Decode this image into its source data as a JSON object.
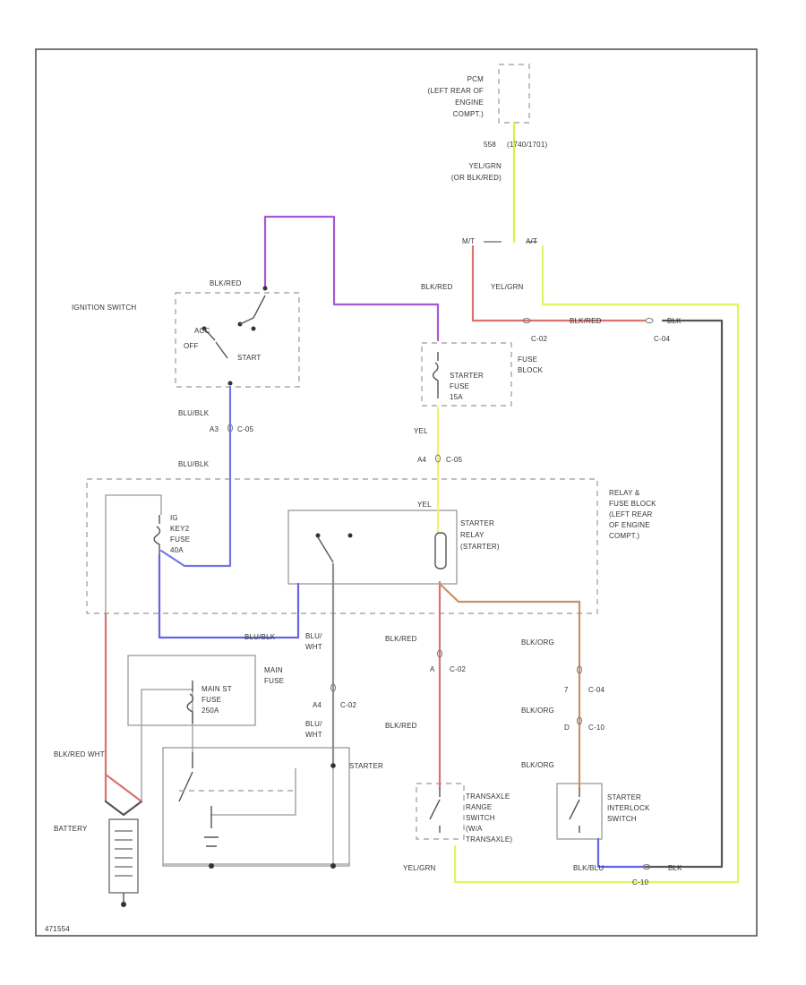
{
  "colors": {
    "frame": "#555555",
    "box": "#9a9a9a",
    "red": "#d9736f",
    "purple": "#a35ad6",
    "blue": "#6464e6",
    "yellow_green": "#d4f540",
    "yellow": "#f2f26a",
    "brown": "#c9906a",
    "gray": "#909090",
    "dark": "#444444"
  },
  "components": {
    "pcm": [
      "PCM",
      "(LEFT REAR OF",
      "ENGINE",
      "COMPT.)"
    ],
    "ignition_switch": {
      "title": "IGNITION SWITCH",
      "off": "OFF",
      "start": "START",
      "acc": "ACC"
    },
    "fuse_block": {
      "title": [
        "FUSE",
        "BLOCK"
      ],
      "fuse": [
        "STARTER",
        "FUSE",
        "15A"
      ]
    },
    "relay_fuse_block": {
      "title": [
        "RELAY &",
        "FUSE BLOCK",
        "(LEFT REAR",
        "OF ENGINE",
        "COMPT.)"
      ],
      "fuse": [
        "IG",
        "KEY2",
        "FUSE",
        "40A"
      ]
    },
    "starter_relay": [
      "STARTER",
      "RELAY",
      "(STARTER)"
    ],
    "main_fuse": {
      "title": [
        "MAIN",
        "FUSE"
      ],
      "fuse": [
        "MAIN ST",
        "FUSE",
        "250A"
      ]
    },
    "starter": "STARTER",
    "battery": "BATTERY",
    "transaxle_switch": [
      "TRANSAXLE",
      "RANGE",
      "SWITCH",
      "(W/A",
      "TRANSAXLE)"
    ],
    "interlock_switch": [
      "STARTER",
      "INTERLOCK",
      "SWITCH"
    ]
  },
  "wires": {
    "pcm_pin": "558",
    "pcm_note": "(1740/1701)",
    "pcm_wire": [
      "YEL/GRN",
      "(OR BLK/RED)"
    ],
    "mt": "M/T",
    "at": "A/T",
    "blk_red_1": "BLK/RED",
    "yel_grn_1": "YEL/GRN",
    "c02_a": "C-02",
    "blk_red_2": "BLK/RED",
    "c04_a": "C-04",
    "blk_red_ign": "BLK/RED",
    "blu_blk_1": "BLU/BLK",
    "c05_a": "A3",
    "c05_a_conn": "C-05",
    "blu_blk_2": "BLU/BLK",
    "yel_1": "YEL",
    "c05_b": "A4",
    "c05_b_conn": "C-05",
    "yel_2": "YEL",
    "blu_blk_3": "BLU/BLK",
    "blu_wht_1": [
      "BLU/",
      "WHT"
    ],
    "c02_b": "A4",
    "c02_b_conn": "C-02",
    "blu_wht_2": [
      "BLU/",
      "WHT"
    ],
    "blk_red_3": "BLK/RED",
    "c02_c": "A",
    "c02_c_conn": "C-02",
    "blk_red_4": "BLK/RED",
    "blk_org_1": "BLK/ORG",
    "c04_b": "7",
    "c04_b_conn": "C-04",
    "blk_org_2": "BLK/ORG",
    "c10": "D",
    "c10_conn": "C-10",
    "blk_org_3": "BLK/ORG",
    "blk_red_wht": "BLK/RED WHT",
    "yel_grn_2": "YEL/GRN",
    "blk_blu": "BLK/BLU",
    "c10_b": "C-10",
    "blk_end": "BLK"
  },
  "footer": "471554"
}
